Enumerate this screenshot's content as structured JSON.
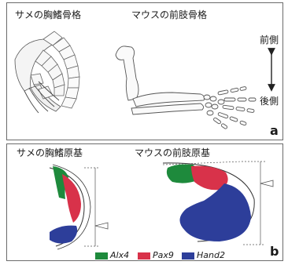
{
  "panel_a": {
    "letter": "a",
    "shark_label": "サメの胸鰭骨格",
    "mouse_label": "マウスの前肢骨格",
    "axis_top_label": "前側",
    "axis_bottom_label": "後側"
  },
  "panel_b": {
    "letter": "b",
    "shark_label": "サメの胸鰭原基",
    "mouse_label": "マウスの前肢原基"
  },
  "legend": [
    {
      "gene": "Alx4",
      "color": "#1e8a3c"
    },
    {
      "gene": "Pax9",
      "color": "#d8324a"
    },
    {
      "gene": "Hand2",
      "color": "#2d3e9a"
    }
  ],
  "colors": {
    "alx4": "#1e8a3c",
    "pax9": "#d8324a",
    "hand2": "#2d3e9a",
    "frame": "#6b6b6b"
  }
}
